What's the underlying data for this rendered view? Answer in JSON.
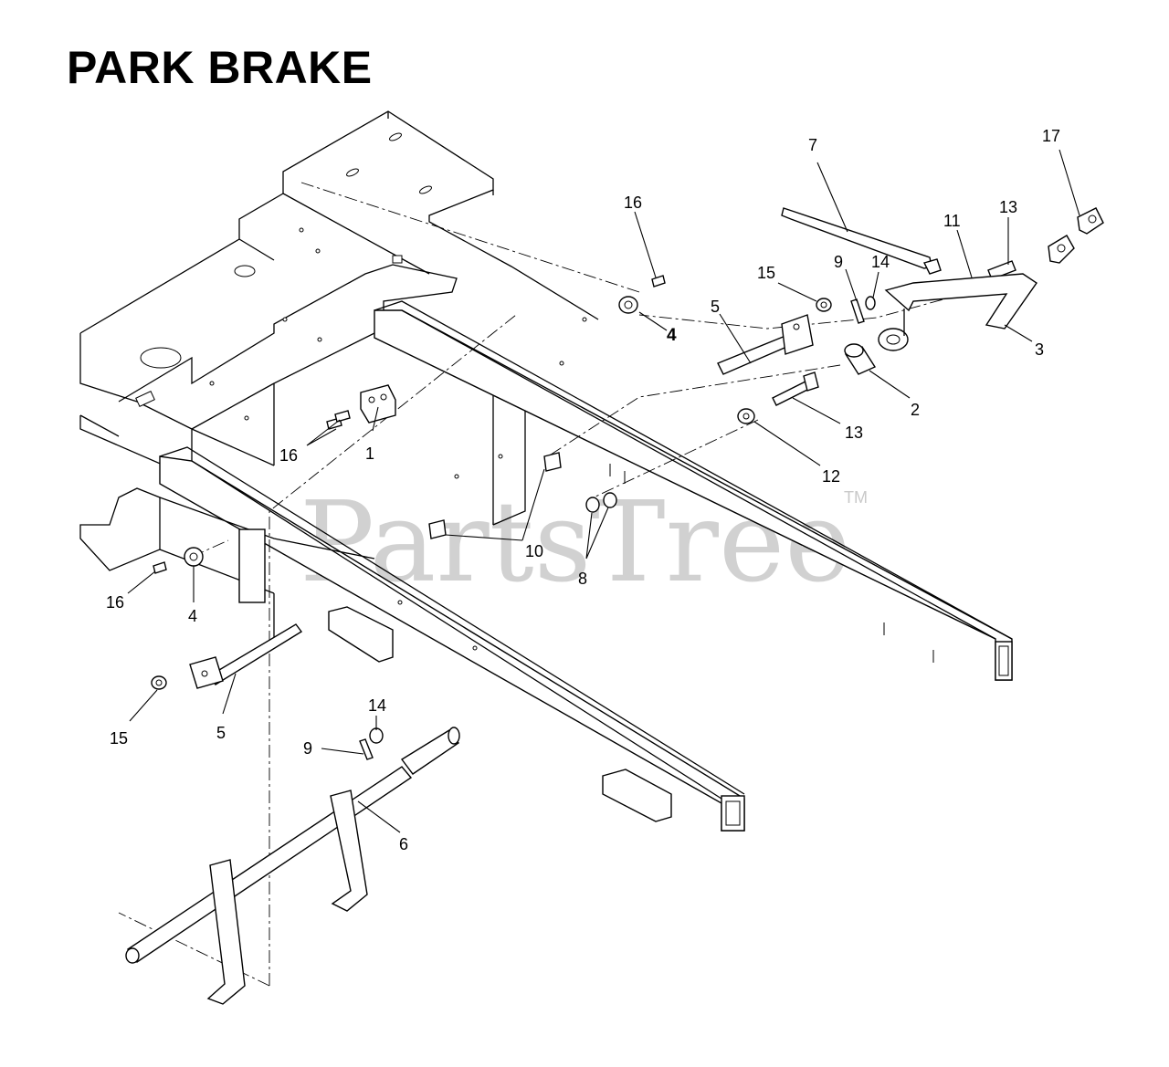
{
  "title": "PARK BRAKE",
  "watermark": {
    "brand": "PartsTree",
    "trademark": "TM"
  },
  "callouts": [
    {
      "id": "c-16-top",
      "label": "16"
    },
    {
      "id": "c-4-top",
      "label": "4"
    },
    {
      "id": "c-7",
      "label": "7"
    },
    {
      "id": "c-17",
      "label": "17"
    },
    {
      "id": "c-11",
      "label": "11"
    },
    {
      "id": "c-13-top",
      "label": "13"
    },
    {
      "id": "c-15-top",
      "label": "15"
    },
    {
      "id": "c-9-top",
      "label": "9"
    },
    {
      "id": "c-14-top",
      "label": "14"
    },
    {
      "id": "c-5-top",
      "label": "5"
    },
    {
      "id": "c-3",
      "label": "3"
    },
    {
      "id": "c-2",
      "label": "2"
    },
    {
      "id": "c-13-mid",
      "label": "13"
    },
    {
      "id": "c-12",
      "label": "12"
    },
    {
      "id": "c-16-mid",
      "label": "16"
    },
    {
      "id": "c-1",
      "label": "1"
    },
    {
      "id": "c-10",
      "label": "10"
    },
    {
      "id": "c-8",
      "label": "8"
    },
    {
      "id": "c-16-bot",
      "label": "16"
    },
    {
      "id": "c-4-bot",
      "label": "4"
    },
    {
      "id": "c-15-bot",
      "label": "15"
    },
    {
      "id": "c-5-bot",
      "label": "5"
    },
    {
      "id": "c-14-bot",
      "label": "14"
    },
    {
      "id": "c-9-bot",
      "label": "9"
    },
    {
      "id": "c-6",
      "label": "6"
    }
  ]
}
